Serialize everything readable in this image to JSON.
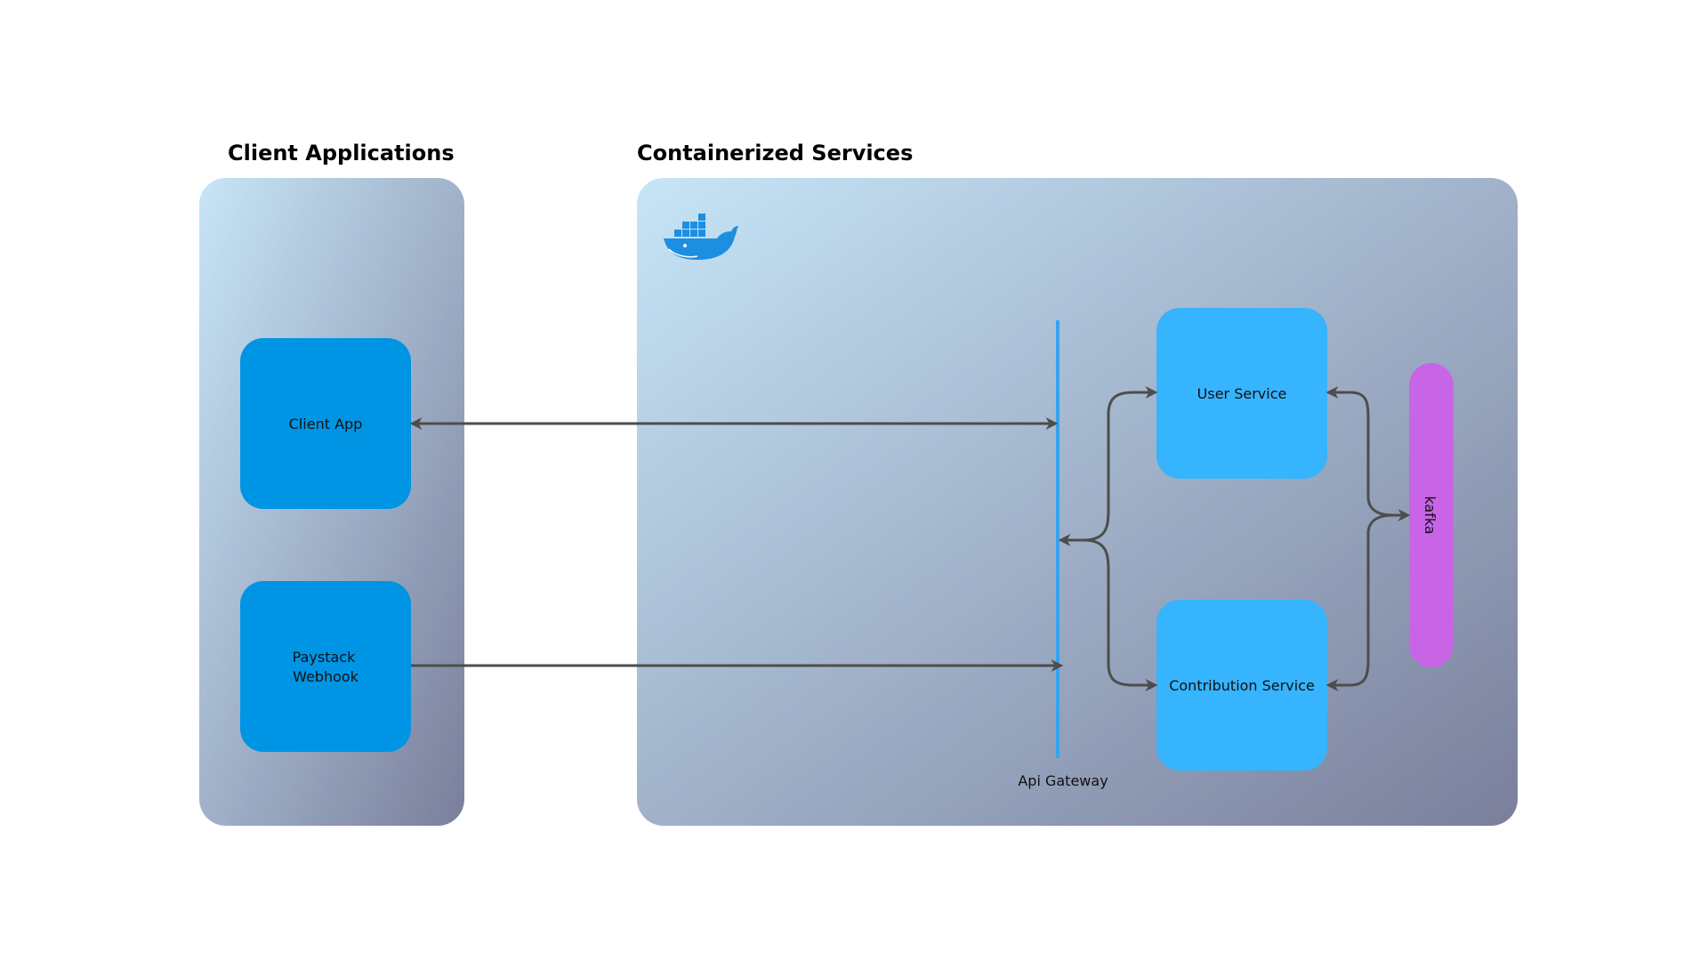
{
  "panels": {
    "client": {
      "title": "Client Applications"
    },
    "services": {
      "title": "Containerized Services"
    }
  },
  "nodes": {
    "client_app": {
      "label": "Client App"
    },
    "paystack_webhook": {
      "label_lines": [
        "Paystack",
        "Webhook"
      ]
    },
    "user_service": {
      "label": "User Service"
    },
    "contribution_service": {
      "label": "Contribution Service"
    },
    "api_gateway": {
      "label": "Api Gateway"
    },
    "kafka": {
      "label": "kafka"
    }
  },
  "icons": {
    "container_logo": "docker-whale-icon"
  },
  "colors": {
    "panel_gradient_start": "#c7e5f8",
    "panel_gradient_end": "#7a7f9b",
    "client_node": "#0095e4",
    "service_node": "#36b4fd",
    "gateway_line": "#36a3f0",
    "kafka_bar": "#c865e6",
    "arrow": "#4d4d4d",
    "docker_blue": "#1d8fe0"
  }
}
